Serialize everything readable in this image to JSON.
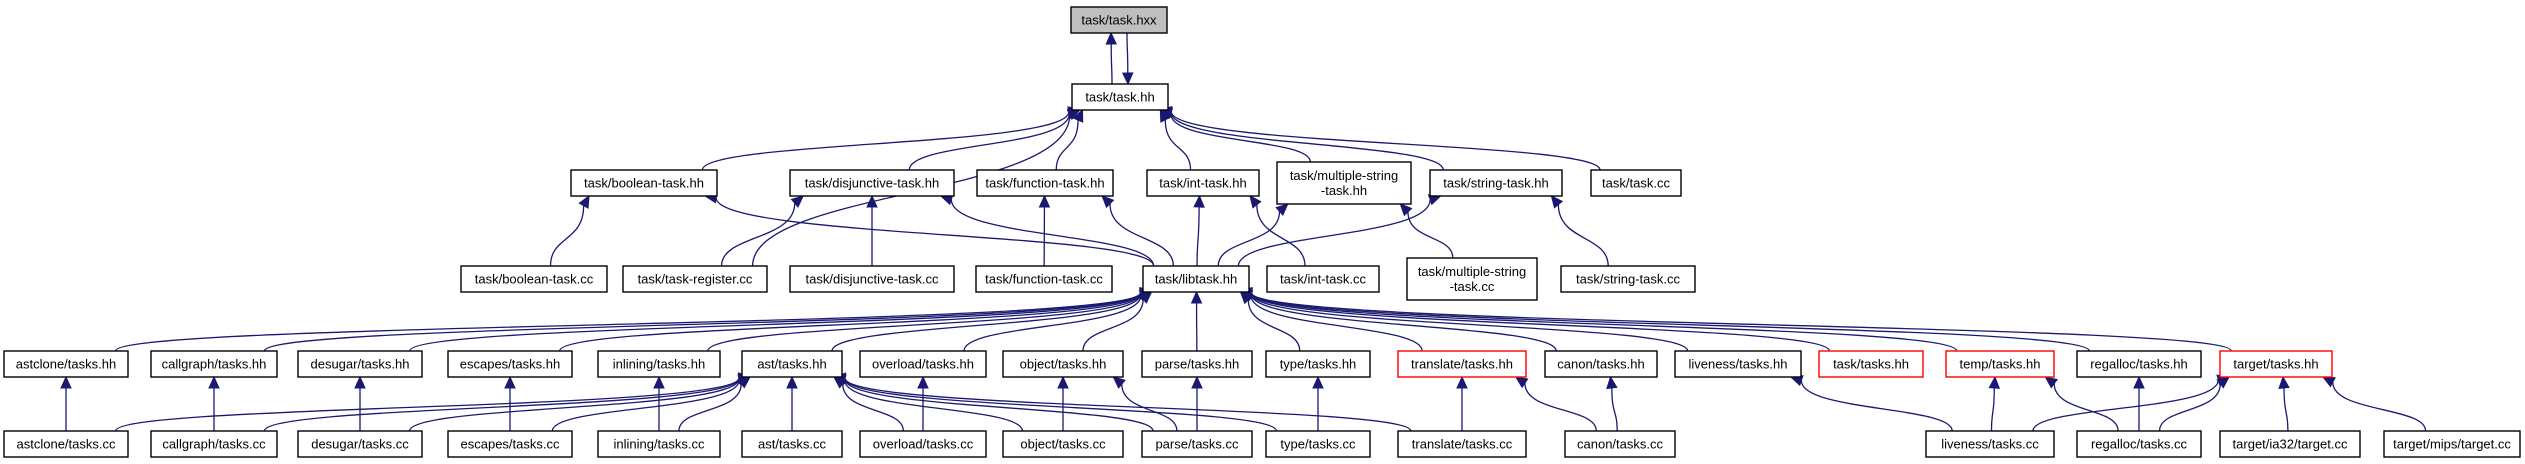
{
  "graph": {
    "nodes": [
      {
        "id": "task_hxx",
        "label": [
          "task/task.hxx"
        ],
        "style": "root"
      },
      {
        "id": "task_hh",
        "label": [
          "task/task.hh"
        ]
      },
      {
        "id": "boolean_task_hh",
        "label": [
          "task/boolean-task.hh"
        ]
      },
      {
        "id": "disjunctive_task_hh",
        "label": [
          "task/disjunctive-task.hh"
        ]
      },
      {
        "id": "function_task_hh",
        "label": [
          "task/function-task.hh"
        ]
      },
      {
        "id": "int_task_hh",
        "label": [
          "task/int-task.hh"
        ]
      },
      {
        "id": "multiple_string_task_hh",
        "label": [
          "task/multiple-string",
          "-task.hh"
        ]
      },
      {
        "id": "string_task_hh",
        "label": [
          "task/string-task.hh"
        ]
      },
      {
        "id": "task_cc",
        "label": [
          "task/task.cc"
        ]
      },
      {
        "id": "boolean_task_cc",
        "label": [
          "task/boolean-task.cc"
        ]
      },
      {
        "id": "task_register_cc",
        "label": [
          "task/task-register.cc"
        ]
      },
      {
        "id": "disjunctive_task_cc",
        "label": [
          "task/disjunctive-task.cc"
        ]
      },
      {
        "id": "function_task_cc",
        "label": [
          "task/function-task.cc"
        ]
      },
      {
        "id": "libtask_hh",
        "label": [
          "task/libtask.hh"
        ]
      },
      {
        "id": "int_task_cc",
        "label": [
          "task/int-task.cc"
        ]
      },
      {
        "id": "multiple_string_task_cc",
        "label": [
          "task/multiple-string",
          "-task.cc"
        ]
      },
      {
        "id": "string_task_cc",
        "label": [
          "task/string-task.cc"
        ]
      },
      {
        "id": "astclone_tasks_hh",
        "label": [
          "astclone/tasks.hh"
        ]
      },
      {
        "id": "callgraph_tasks_hh",
        "label": [
          "callgraph/tasks.hh"
        ]
      },
      {
        "id": "desugar_tasks_hh",
        "label": [
          "desugar/tasks.hh"
        ]
      },
      {
        "id": "escapes_tasks_hh",
        "label": [
          "escapes/tasks.hh"
        ]
      },
      {
        "id": "inlining_tasks_hh",
        "label": [
          "inlining/tasks.hh"
        ]
      },
      {
        "id": "ast_tasks_hh",
        "label": [
          "ast/tasks.hh"
        ]
      },
      {
        "id": "overload_tasks_hh",
        "label": [
          "overload/tasks.hh"
        ]
      },
      {
        "id": "object_tasks_hh",
        "label": [
          "object/tasks.hh"
        ]
      },
      {
        "id": "parse_tasks_hh",
        "label": [
          "parse/tasks.hh"
        ]
      },
      {
        "id": "type_tasks_hh",
        "label": [
          "type/tasks.hh"
        ]
      },
      {
        "id": "translate_tasks_hh",
        "label": [
          "translate/tasks.hh"
        ],
        "style": "red"
      },
      {
        "id": "canon_tasks_hh",
        "label": [
          "canon/tasks.hh"
        ]
      },
      {
        "id": "liveness_tasks_hh",
        "label": [
          "liveness/tasks.hh"
        ]
      },
      {
        "id": "task_tasks_hh",
        "label": [
          "task/tasks.hh"
        ],
        "style": "red"
      },
      {
        "id": "temp_tasks_hh",
        "label": [
          "temp/tasks.hh"
        ],
        "style": "red"
      },
      {
        "id": "regalloc_tasks_hh",
        "label": [
          "regalloc/tasks.hh"
        ]
      },
      {
        "id": "target_tasks_hh",
        "label": [
          "target/tasks.hh"
        ],
        "style": "red"
      },
      {
        "id": "astclone_tasks_cc",
        "label": [
          "astclone/tasks.cc"
        ]
      },
      {
        "id": "callgraph_tasks_cc",
        "label": [
          "callgraph/tasks.cc"
        ]
      },
      {
        "id": "desugar_tasks_cc",
        "label": [
          "desugar/tasks.cc"
        ]
      },
      {
        "id": "escapes_tasks_cc",
        "label": [
          "escapes/tasks.cc"
        ]
      },
      {
        "id": "inlining_tasks_cc",
        "label": [
          "inlining/tasks.cc"
        ]
      },
      {
        "id": "ast_tasks_cc",
        "label": [
          "ast/tasks.cc"
        ]
      },
      {
        "id": "overload_tasks_cc",
        "label": [
          "overload/tasks.cc"
        ]
      },
      {
        "id": "object_tasks_cc",
        "label": [
          "object/tasks.cc"
        ]
      },
      {
        "id": "parse_tasks_cc",
        "label": [
          "parse/tasks.cc"
        ]
      },
      {
        "id": "type_tasks_cc",
        "label": [
          "type/tasks.cc"
        ]
      },
      {
        "id": "translate_tasks_cc",
        "label": [
          "translate/tasks.cc"
        ]
      },
      {
        "id": "canon_tasks_cc",
        "label": [
          "canon/tasks.cc"
        ]
      },
      {
        "id": "liveness_tasks_cc",
        "label": [
          "liveness/tasks.cc"
        ]
      },
      {
        "id": "regalloc_tasks_cc",
        "label": [
          "regalloc/tasks.cc"
        ]
      },
      {
        "id": "target_ia32_target_cc",
        "label": [
          "target/ia32/target.cc"
        ]
      },
      {
        "id": "target_mips_target_cc",
        "label": [
          "target/mips/target.cc"
        ]
      }
    ],
    "edges": [
      [
        "task_hh",
        "task_hxx"
      ],
      [
        "task_hxx",
        "task_hh"
      ],
      [
        "boolean_task_hh",
        "task_hh"
      ],
      [
        "disjunctive_task_hh",
        "task_hh"
      ],
      [
        "function_task_hh",
        "task_hh"
      ],
      [
        "int_task_hh",
        "task_hh"
      ],
      [
        "multiple_string_task_hh",
        "task_hh"
      ],
      [
        "string_task_hh",
        "task_hh"
      ],
      [
        "task_cc",
        "task_hh"
      ],
      [
        "task_register_cc",
        "task_hh"
      ],
      [
        "boolean_task_cc",
        "boolean_task_hh"
      ],
      [
        "libtask_hh",
        "boolean_task_hh"
      ],
      [
        "task_register_cc",
        "disjunctive_task_hh"
      ],
      [
        "disjunctive_task_cc",
        "disjunctive_task_hh"
      ],
      [
        "libtask_hh",
        "disjunctive_task_hh"
      ],
      [
        "function_task_cc",
        "function_task_hh"
      ],
      [
        "libtask_hh",
        "function_task_hh"
      ],
      [
        "libtask_hh",
        "int_task_hh"
      ],
      [
        "int_task_cc",
        "int_task_hh"
      ],
      [
        "libtask_hh",
        "multiple_string_task_hh"
      ],
      [
        "multiple_string_task_cc",
        "multiple_string_task_hh"
      ],
      [
        "libtask_hh",
        "string_task_hh"
      ],
      [
        "string_task_cc",
        "string_task_hh"
      ],
      [
        "astclone_tasks_hh",
        "libtask_hh"
      ],
      [
        "callgraph_tasks_hh",
        "libtask_hh"
      ],
      [
        "desugar_tasks_hh",
        "libtask_hh"
      ],
      [
        "escapes_tasks_hh",
        "libtask_hh"
      ],
      [
        "inlining_tasks_hh",
        "libtask_hh"
      ],
      [
        "ast_tasks_hh",
        "libtask_hh"
      ],
      [
        "overload_tasks_hh",
        "libtask_hh"
      ],
      [
        "object_tasks_hh",
        "libtask_hh"
      ],
      [
        "parse_tasks_hh",
        "libtask_hh"
      ],
      [
        "type_tasks_hh",
        "libtask_hh"
      ],
      [
        "translate_tasks_hh",
        "libtask_hh"
      ],
      [
        "canon_tasks_hh",
        "libtask_hh"
      ],
      [
        "liveness_tasks_hh",
        "libtask_hh"
      ],
      [
        "task_tasks_hh",
        "libtask_hh"
      ],
      [
        "temp_tasks_hh",
        "libtask_hh"
      ],
      [
        "regalloc_tasks_hh",
        "libtask_hh"
      ],
      [
        "target_tasks_hh",
        "libtask_hh"
      ],
      [
        "astclone_tasks_cc",
        "astclone_tasks_hh"
      ],
      [
        "callgraph_tasks_cc",
        "callgraph_tasks_hh"
      ],
      [
        "desugar_tasks_cc",
        "desugar_tasks_hh"
      ],
      [
        "escapes_tasks_cc",
        "escapes_tasks_hh"
      ],
      [
        "inlining_tasks_cc",
        "inlining_tasks_hh"
      ],
      [
        "astclone_tasks_cc",
        "ast_tasks_hh"
      ],
      [
        "callgraph_tasks_cc",
        "ast_tasks_hh"
      ],
      [
        "desugar_tasks_cc",
        "ast_tasks_hh"
      ],
      [
        "escapes_tasks_cc",
        "ast_tasks_hh"
      ],
      [
        "inlining_tasks_cc",
        "ast_tasks_hh"
      ],
      [
        "ast_tasks_cc",
        "ast_tasks_hh"
      ],
      [
        "overload_tasks_cc",
        "ast_tasks_hh"
      ],
      [
        "object_tasks_cc",
        "ast_tasks_hh"
      ],
      [
        "parse_tasks_cc",
        "ast_tasks_hh"
      ],
      [
        "type_tasks_cc",
        "ast_tasks_hh"
      ],
      [
        "translate_tasks_cc",
        "ast_tasks_hh"
      ],
      [
        "overload_tasks_cc",
        "overload_tasks_hh"
      ],
      [
        "object_tasks_cc",
        "object_tasks_hh"
      ],
      [
        "parse_tasks_cc",
        "object_tasks_hh"
      ],
      [
        "parse_tasks_cc",
        "parse_tasks_hh"
      ],
      [
        "type_tasks_cc",
        "type_tasks_hh"
      ],
      [
        "translate_tasks_cc",
        "translate_tasks_hh"
      ],
      [
        "canon_tasks_cc",
        "translate_tasks_hh"
      ],
      [
        "canon_tasks_cc",
        "canon_tasks_hh"
      ],
      [
        "liveness_tasks_cc",
        "liveness_tasks_hh"
      ],
      [
        "liveness_tasks_cc",
        "temp_tasks_hh"
      ],
      [
        "regalloc_tasks_cc",
        "temp_tasks_hh"
      ],
      [
        "regalloc_tasks_cc",
        "regalloc_tasks_hh"
      ],
      [
        "liveness_tasks_cc",
        "target_tasks_hh"
      ],
      [
        "regalloc_tasks_cc",
        "target_tasks_hh"
      ],
      [
        "target_ia32_target_cc",
        "target_tasks_hh"
      ],
      [
        "target_mips_target_cc",
        "target_tasks_hh"
      ]
    ]
  }
}
